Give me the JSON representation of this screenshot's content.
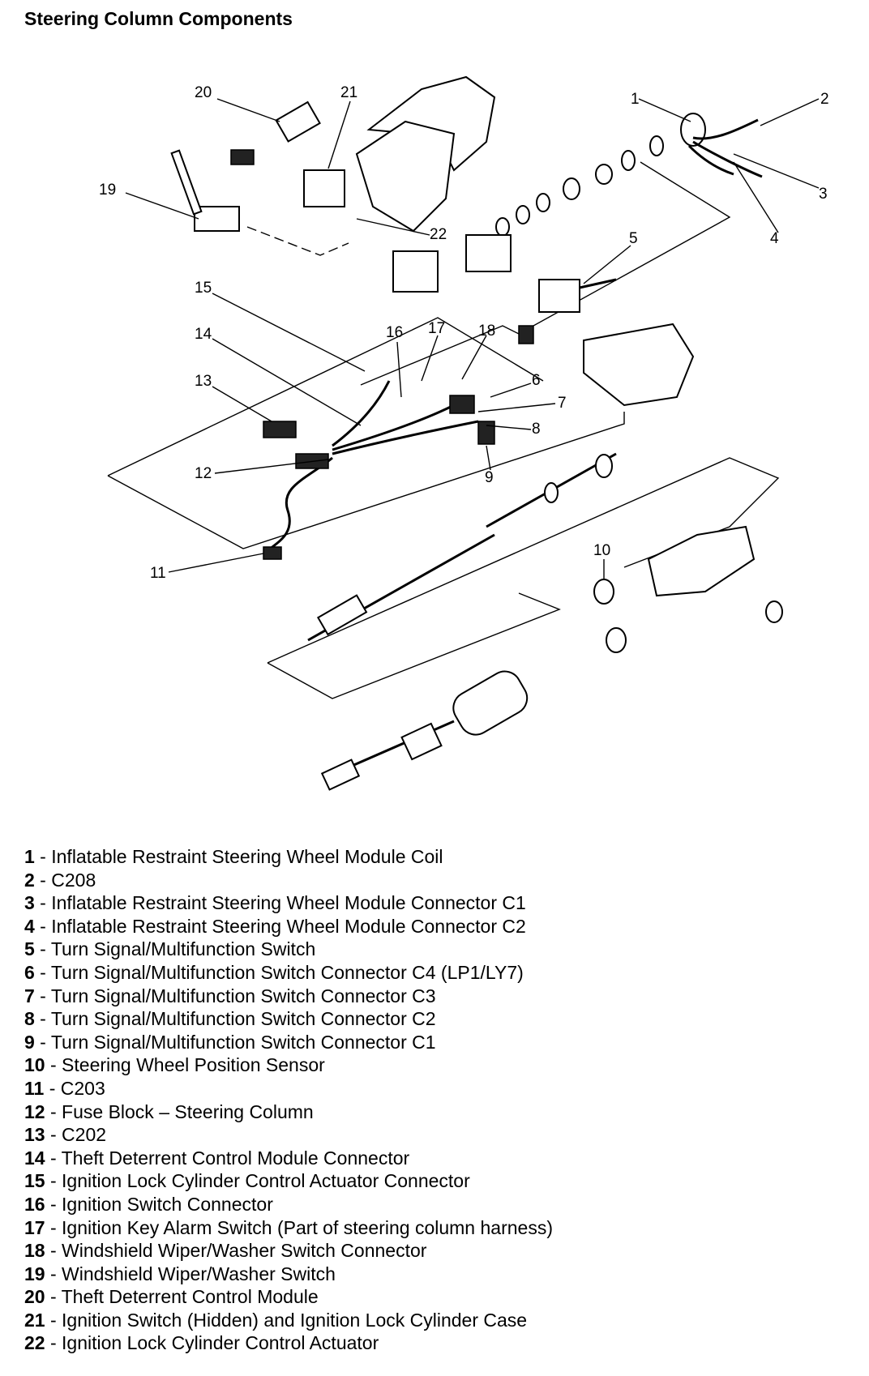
{
  "title": "Steering Column Components",
  "callouts": [
    "1",
    "2",
    "3",
    "4",
    "5",
    "6",
    "7",
    "8",
    "9",
    "10",
    "11",
    "12",
    "13",
    "14",
    "15",
    "16",
    "17",
    "18",
    "19",
    "20",
    "21",
    "22"
  ],
  "legend": [
    {
      "num": "1",
      "sep": " - ",
      "text": "Inflatable Restraint Steering Wheel Module Coil"
    },
    {
      "num": "2",
      "sep": " - ",
      "text": "C208"
    },
    {
      "num": "3",
      "sep": " - ",
      "text": "Inflatable Restraint Steering Wheel Module Connector C1"
    },
    {
      "num": "4",
      "sep": " - ",
      "text": "Inflatable Restraint Steering Wheel Module Connector C2"
    },
    {
      "num": "5",
      "sep": " - ",
      "text": "Turn Signal/Multifunction Switch"
    },
    {
      "num": "6",
      "sep": " - ",
      "text": "Turn Signal/Multifunction Switch Connector C4 (LP1/LY7)"
    },
    {
      "num": "7",
      "sep": " - ",
      "text": "Turn Signal/Multifunction Switch Connector C3"
    },
    {
      "num": "8",
      "sep": " - ",
      "text": "Turn Signal/Multifunction Switch Connector C2"
    },
    {
      "num": "9",
      "sep": " - ",
      "text": "Turn Signal/Multifunction Switch Connector C1"
    },
    {
      "num": "10",
      "sep": " - ",
      "text": "Steering Wheel Position Sensor"
    },
    {
      "num": "11",
      "sep": " - ",
      "text": "C203"
    },
    {
      "num": "12",
      "sep": " - ",
      "text": "Fuse Block – Steering Column"
    },
    {
      "num": "13",
      "sep": " - ",
      "text": "C202"
    },
    {
      "num": "14",
      "sep": " - ",
      "text": "Theft Deterrent Control Module Connector"
    },
    {
      "num": "15",
      "sep": " - ",
      "text": "Ignition Lock Cylinder Control Actuator Connector"
    },
    {
      "num": "16",
      "sep": " - ",
      "text": "Ignition Switch Connector"
    },
    {
      "num": "17",
      "sep": " - ",
      "text": "Ignition Key Alarm Switch (Part of steering column harness)"
    },
    {
      "num": "18",
      "sep": " - ",
      "text": "Windshield Wiper/Washer Switch Connector"
    },
    {
      "num": "19",
      "sep": " - ",
      "text": "Windshield Wiper/Washer Switch"
    },
    {
      "num": "20",
      "sep": " - ",
      "text": "Theft Deterrent Control Module"
    },
    {
      "num": "21",
      "sep": " - ",
      "text": "Ignition Switch (Hidden) and Ignition Lock Cylinder Case"
    },
    {
      "num": "22",
      "sep": " - ",
      "text": "Ignition Lock Cylinder Control Actuator"
    }
  ]
}
